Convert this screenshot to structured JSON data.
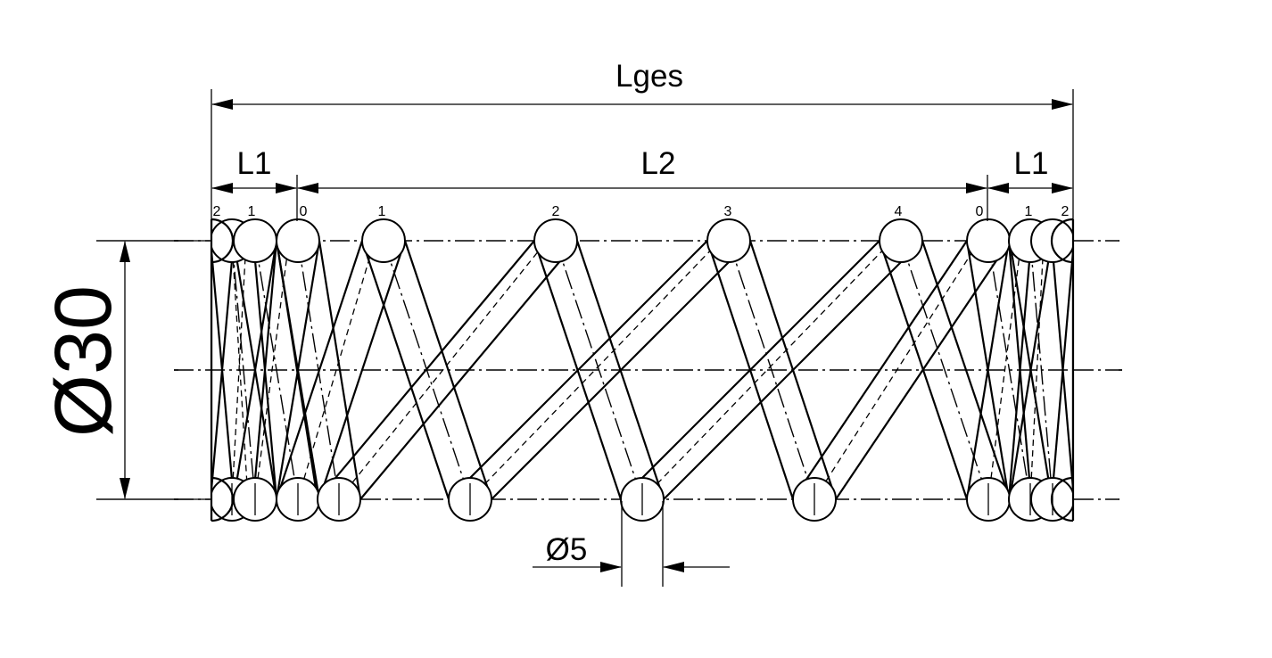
{
  "dimensions": {
    "overall_length": "Lges",
    "end_length": "L1",
    "body_length": "L2",
    "outer_diameter": "Ø30",
    "wire_diameter": "Ø5"
  },
  "coil_numbers": {
    "left_end": [
      "2",
      "1",
      "0"
    ],
    "body": [
      "1",
      "2",
      "3",
      "4"
    ],
    "right_end": [
      "0",
      "1",
      "2"
    ]
  },
  "colors": {
    "line": "#000000",
    "background": "#ffffff"
  }
}
